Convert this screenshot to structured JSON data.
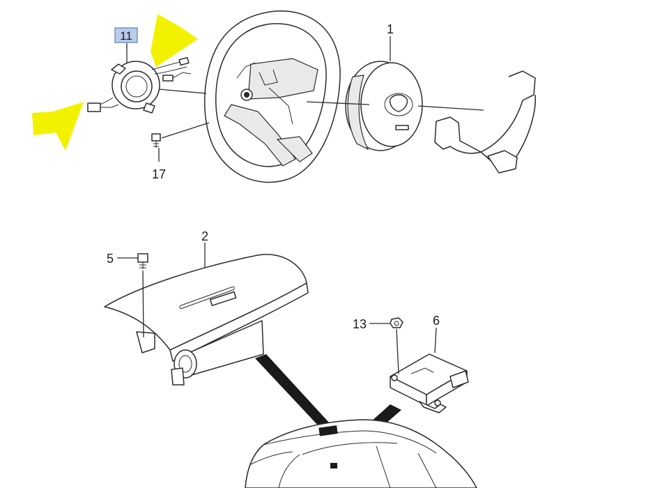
{
  "callouts": {
    "airbag_module_driver": "1",
    "airbag_module_passenger": "2",
    "bolt_passenger": "5",
    "control_unit": "6",
    "clock_spring": "11",
    "nut_control_unit": "13",
    "bolt_steering_wheel": "17"
  },
  "colors": {
    "highlight_arrow": "#f2f200",
    "boxed_callout_fill": "#b9cde8",
    "boxed_callout_border": "#5b7fb5",
    "line": "#2a2a2a"
  }
}
